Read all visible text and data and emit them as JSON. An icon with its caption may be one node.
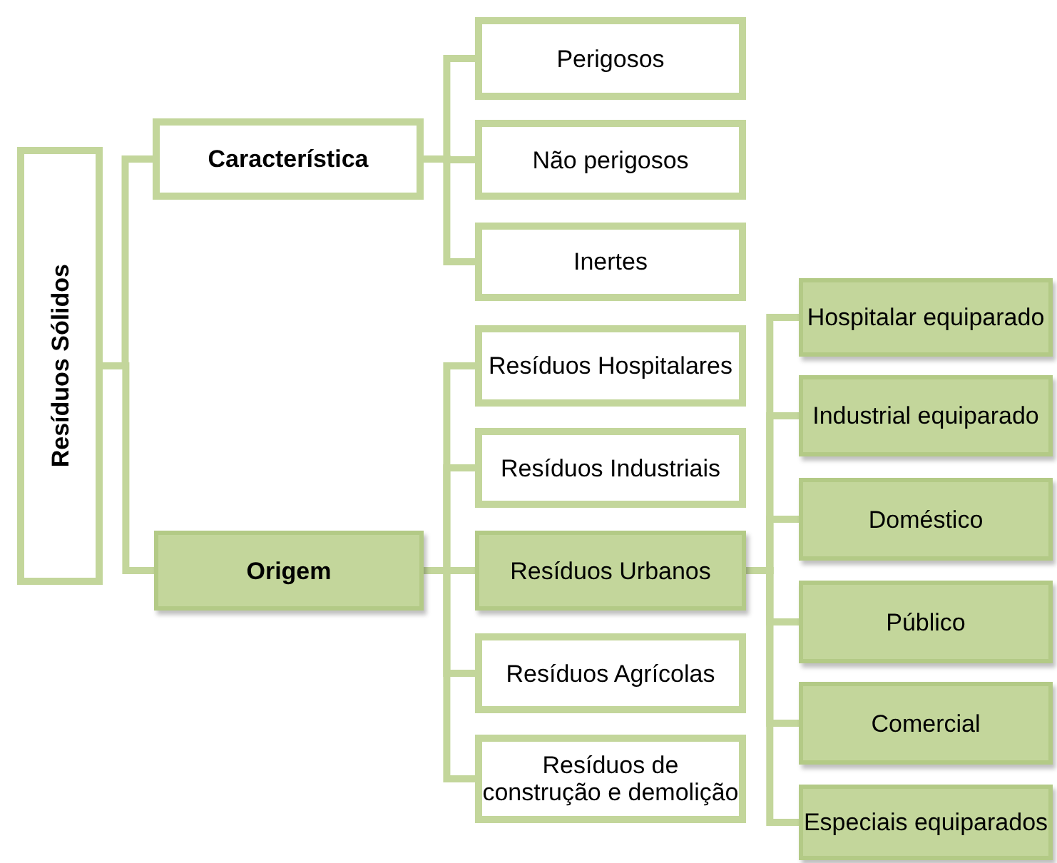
{
  "diagram": {
    "nodes": [
      {
        "text": [
          "Resíduos Sólidos"
        ]
      },
      {
        "text": [
          "Característica"
        ]
      },
      {
        "text": [
          "Origem"
        ]
      },
      {
        "text": [
          "Perigosos"
        ]
      },
      {
        "text": [
          "Não perigosos"
        ]
      },
      {
        "text": [
          "Inertes"
        ]
      },
      {
        "text": [
          "Resíduos Hospitalares"
        ]
      },
      {
        "text": [
          "Resíduos Industriais"
        ]
      },
      {
        "text": [
          "Resíduos Urbanos"
        ]
      },
      {
        "text": [
          "Resíduos Agrícolas"
        ]
      },
      {
        "text": [
          "Resíduos de construção e demolição"
        ]
      },
      {
        "text": [
          "Hospitalar equiparado"
        ]
      },
      {
        "text": [
          "Industrial equiparado"
        ]
      },
      {
        "text": [
          "Doméstico"
        ]
      },
      {
        "text": [
          "Público"
        ]
      },
      {
        "text": [
          "Comercial"
        ]
      },
      {
        "text": [
          "Especiais equiparados"
        ]
      }
    ],
    "edges": [
      {
        "from": 0,
        "to": 1,
        "arrow": "none"
      },
      {
        "from": 0,
        "to": 2,
        "arrow": "none"
      },
      {
        "from": 1,
        "to": 3,
        "arrow": "none"
      },
      {
        "from": 1,
        "to": 4,
        "arrow": "none"
      },
      {
        "from": 1,
        "to": 5,
        "arrow": "none"
      },
      {
        "from": 2,
        "to": 6,
        "arrow": "none"
      },
      {
        "from": 2,
        "to": 7,
        "arrow": "none"
      },
      {
        "from": 2,
        "to": 8,
        "arrow": "none"
      },
      {
        "from": 2,
        "to": 9,
        "arrow": "none"
      },
      {
        "from": 2,
        "to": 10,
        "arrow": "none"
      },
      {
        "from": 8,
        "to": 11,
        "arrow": "none"
      },
      {
        "from": 8,
        "to": 12,
        "arrow": "none"
      },
      {
        "from": 8,
        "to": 13,
        "arrow": "none"
      },
      {
        "from": 8,
        "to": 14,
        "arrow": "none"
      },
      {
        "from": 8,
        "to": 15,
        "arrow": "none"
      },
      {
        "from": 8,
        "to": 16,
        "arrow": "none"
      }
    ]
  }
}
